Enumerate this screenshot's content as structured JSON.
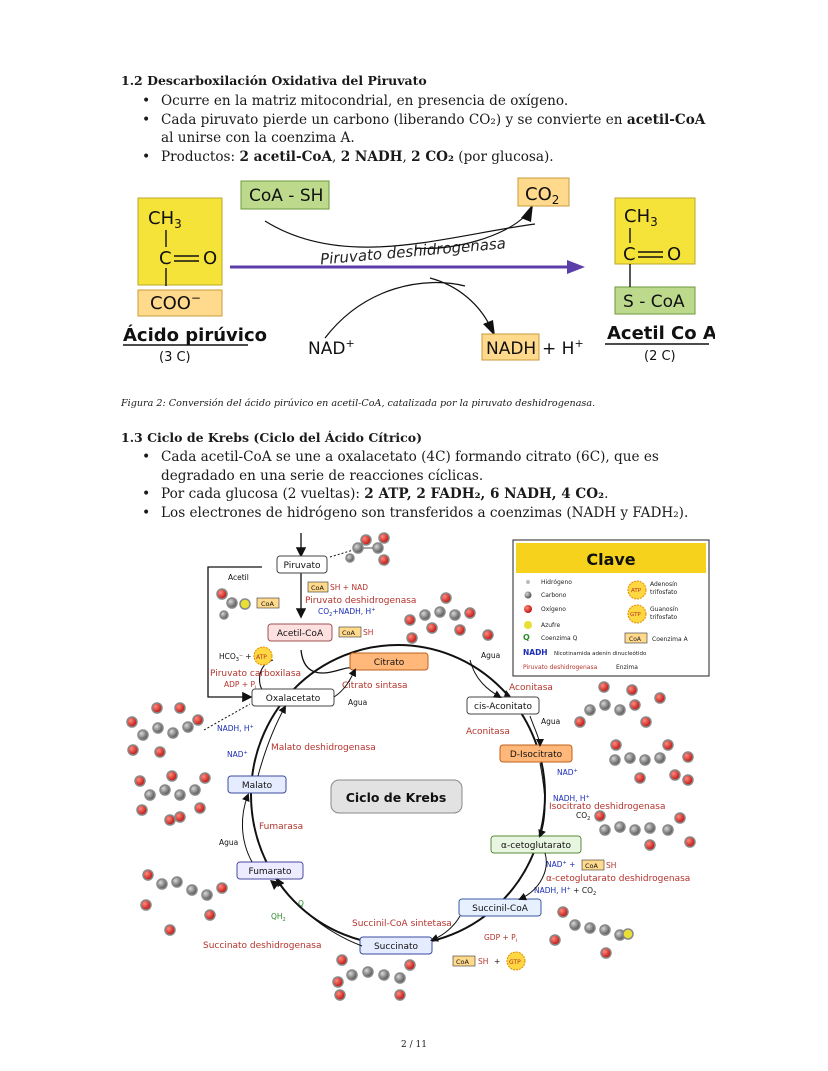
{
  "section_1_2": {
    "heading": "1.2 Descarboxilación Oxidativa del Piruvato",
    "b1": "Ocurre en la matriz mitocondrial, en presencia de oxígeno.",
    "b2_a": "Cada piruvato pierde un carbono (liberando CO₂) y se convierte en ",
    "b2_bold": "acetil-CoA",
    "b2_b": " al unirse con la coenzima A.",
    "b3_a": "Productos: ",
    "b3_bold": "2 acetil-CoA",
    "b3_sep1": ", ",
    "b3_bold2": "2 NADH",
    "b3_sep2": ", ",
    "b3_bold3": "2 CO₂",
    "b3_b": " (por glucosa)."
  },
  "figure2": {
    "coash": "CoA - SH",
    "co2": "CO",
    "co2_sub": "2",
    "ch3": "CH",
    "ch3_sub": "3",
    "c_eq": "C",
    "o": "O",
    "coo": "COO",
    "coo_sup": "−",
    "scoa": "S - CoA",
    "enzyme": "Piruvato deshidrogenasa",
    "nad": "NAD",
    "nad_sup": "+",
    "nadh": "NADH",
    "h": "+ H",
    "h_sup": "+",
    "left_name": "Ácido pirúvico",
    "left_sub": "(3 C)",
    "right_name": "Acetil Co A",
    "right_sub": "(2 C)",
    "caption": "Figura 2: Conversión del ácido pirúvico en acetil-CoA, catalizada por la piruvato deshidrogenasa."
  },
  "section_1_3": {
    "heading": "1.3 Ciclo de Krebs (Ciclo del Ácido Cítrico)",
    "b1": "Cada acetil-CoA se une a oxalacetato (4C) formando citrato (6C), que es degradado en una serie de reacciones cíclicas.",
    "b2_a": "Por cada glucosa (2 vueltas): ",
    "b2_bold": "2 ATP, 2 FADH₂, 6 NADH, 4 CO₂",
    "b2_b": ".",
    "b3": "Los electrones de hidrógeno son transferidos a coenzimas (NADH y FADH₂)."
  },
  "krebs": {
    "title": "Ciclo de Krebs",
    "metabolites": {
      "piruvato": "Piruvato",
      "acetilcoa": "Acetil-CoA",
      "citrato": "Citrato",
      "cisaconitato": "cis-Aconitato",
      "disocitrato": "D-Isocitrato",
      "cetoglutarato": "α-cetoglutarato",
      "succinilcoa": "Succinil-CoA",
      "succinato": "Succinato",
      "fumarato": "Fumarato",
      "malato": "Malato",
      "oxalacetato": "Oxalacetato"
    },
    "enzymes": {
      "piruvato_dh": "Piruvato deshidrogenasa",
      "piruvato_carb": "Piruvato carboxilasa",
      "citrato_sint": "Citrato sintasa",
      "aconitasa1": "Aconitasa",
      "aconitasa2": "Aconitasa",
      "isocitrato_dh": "Isocitrato deshidrogenasa",
      "cetoglut_dh": "α-cetoglutarato deshidrogenasa",
      "succinilcoa_sint": "Succinil-CoA sintetasa",
      "succinato_dh": "Succinato deshidrogenasa",
      "fumarasa": "Fumarasa",
      "malato_dh": "Malato deshidrogenasa"
    },
    "cofactors": {
      "acetil": "Acetil",
      "coa": "CoA",
      "sh_nad": "SH + NAD",
      "co2_nadh": "CO",
      "nadh_h": "NADH, H",
      "hco3": "HCO",
      "atp": "ATP",
      "adp": "ADP + P",
      "agua": "Agua",
      "nad": "NAD",
      "co2": "CO",
      "nadh_h_co2": "NADH, H",
      "gdp": "GDP + P",
      "gtp": "GTP",
      "sh": "SH",
      "q": "Q",
      "qh2": "QH"
    },
    "legend": {
      "title": "Clave",
      "hidrogeno": "Hidrógeno",
      "carbono": "Carbono",
      "oxigeno": "Oxígeno",
      "azufre": "Azufre",
      "q": "Q",
      "coenzima_q": "Coenzima Q",
      "nadh": "NADH",
      "nadh_desc": "Nicotinamida adenín dinucleótido",
      "pdh": "Piruvato deshidrogenasa",
      "enzima": "Enzima",
      "atp": "ATP",
      "atp_desc1": "Adenosín",
      "atp_desc2": "trifosfato",
      "gtp": "GTP",
      "gtp_desc1": "Guanosín",
      "gtp_desc2": "trifosfato",
      "coa": "CoA",
      "coa_desc": "Coenzima A"
    }
  },
  "page": "2 / 11",
  "colors": {
    "yellow_box": "#f5e33a",
    "green_box": "#bcd98c",
    "orange_box": "#ffd98c",
    "enzyme_red": "#b5332c",
    "nad_blue": "#1a2cb5",
    "arrow_purple": "#5b3ea8"
  }
}
